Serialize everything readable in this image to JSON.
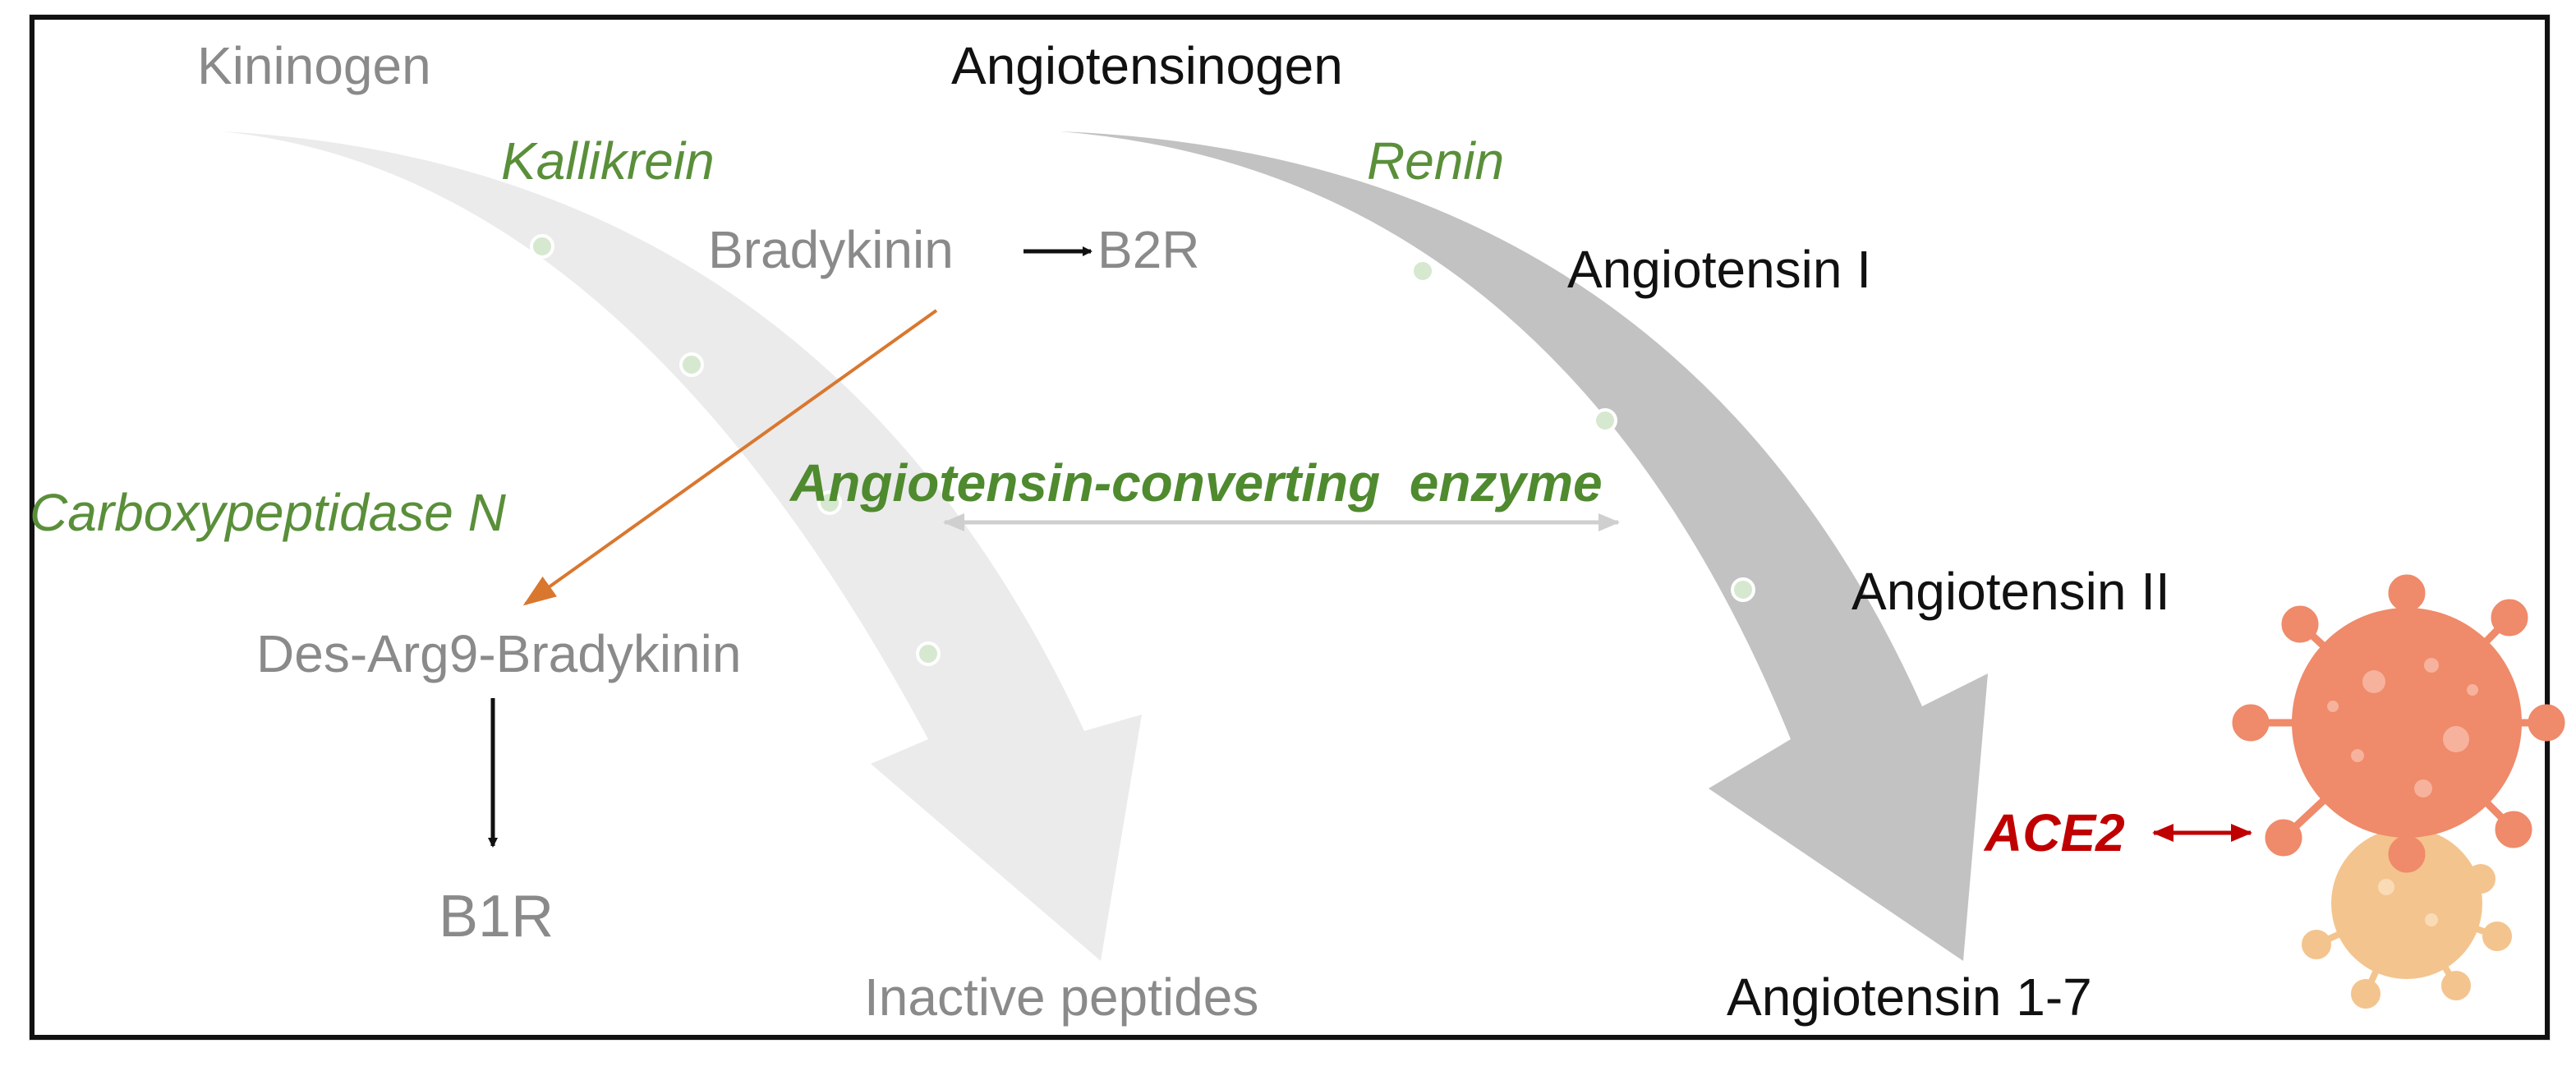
{
  "labels": {
    "kininogen": "Kininogen",
    "kallikrein": "Kallikrein",
    "bradykinin": "Bradykinin",
    "b2r": "B2R",
    "carboxypeptidase_n": "Carboxypeptidase N",
    "des_arg9": "Des-Arg9-Bradykinin",
    "b1r": "B1R",
    "inactive_peptides": "Inactive peptides",
    "angiotensinogen": "Angiotensinogen",
    "renin": "Renin",
    "angiotensin_i": "Angiotensin I",
    "ace": "Angiotensin-converting  enzyme",
    "angiotensin_ii": "Angiotensin II",
    "angiotensin_1_7": "Angiotensin 1-7",
    "ace2": "ACE2"
  },
  "colors": {
    "grey_text": "#8a8a8a",
    "black_text": "#111111",
    "enzyme_green": "#5a8f3a",
    "ace2_red": "#c00000",
    "orange_arrow": "#d9772f",
    "light_curve": "#ebebeb",
    "dark_curve": "#c2c2c2",
    "virus_main": "#ef8a6a",
    "virus_secondary": "#f4c48e"
  },
  "icons": {
    "virus": "coronavirus-icon"
  }
}
